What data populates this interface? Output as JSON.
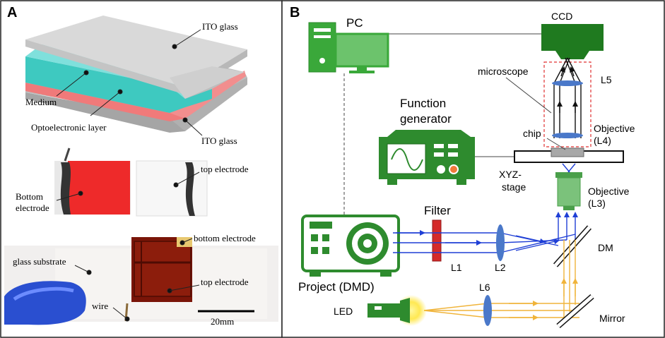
{
  "panel_a": {
    "label": "A",
    "stack_labels": {
      "ito_glass_top": "ITO glass",
      "medium": "Medium",
      "optoelectronic_layer": "Optoelectronic layer",
      "ito_glass_bottom": "ITO glass"
    },
    "electrode_labels": {
      "top_electrode": "top electrode",
      "bottom_electrode_line1": "Bottom",
      "bottom_electrode_line2": "electrode"
    },
    "assembly_labels": {
      "bottom_electrode": "bottom electrode",
      "glass_substrate": "glass substrate",
      "top_electrode": "top electrode",
      "wire": "wire",
      "scale_bar": "20mm"
    }
  },
  "panel_b": {
    "label": "B",
    "pc": "PC",
    "ccd": "CCD",
    "microscope": "microscope",
    "l5": "L5",
    "function_generator_line1": "Function",
    "function_generator_line2": "generator",
    "chip": "chip",
    "objective_top_line1": "Objective",
    "objective_top_line2": "(L4)",
    "xyz_line1": "XYZ-",
    "xyz_line2": "stage",
    "objective_bottom_line1": "Objective",
    "objective_bottom_line2": "(L3)",
    "filter": "Filter",
    "dm": "DM",
    "l1": "L1",
    "l2": "L2",
    "projector": "Project (DMD)",
    "l6": "L6",
    "led": "LED",
    "mirror": "Mirror"
  },
  "colors": {
    "device_green": "#2e8b2e",
    "pc_green": "#3aa83a",
    "ccd_green": "#1f7a1f",
    "blue_beam": "#1f3fd6",
    "yellow_beam": "#f0b43a",
    "filter_red": "#d42a2a",
    "lens_blue": "#4a78c9",
    "medium_cyan": "#3ec9c0",
    "opto_red": "#f07a7a",
    "dashed_red": "#e03030"
  }
}
